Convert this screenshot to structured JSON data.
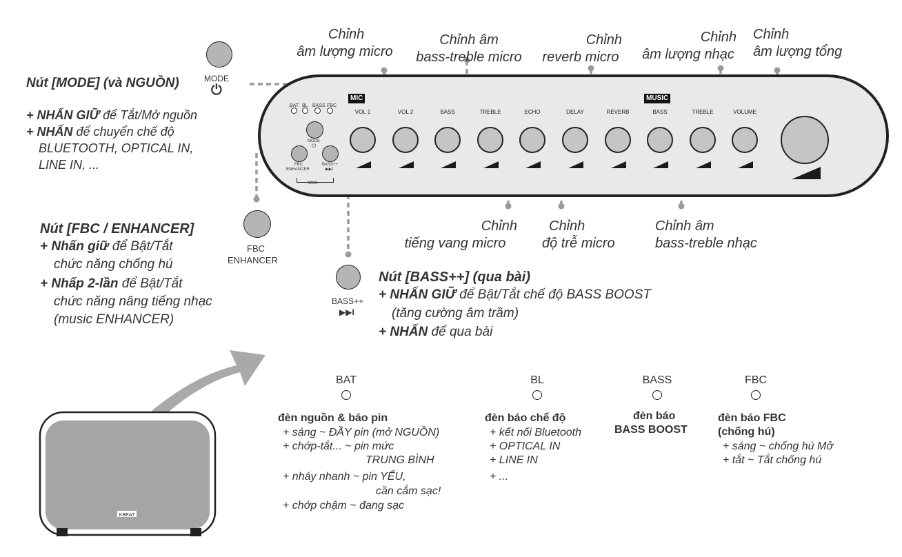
{
  "callouts_top": {
    "vol_mic": [
      "Chỉnh",
      "âm lượng micro"
    ],
    "bt_mic": [
      "Chỉnh âm",
      "bass-treble micro"
    ],
    "reverb": [
      "Chỉnh",
      "reverb micro"
    ],
    "vol_music": [
      "Chỉnh",
      "âm lượng nhạc"
    ],
    "vol_total": [
      "Chỉnh",
      "âm lượng tổng"
    ]
  },
  "callouts_bottom": {
    "echo": [
      "Chỉnh",
      "tiếng vang micro"
    ],
    "delay": [
      "Chỉnh",
      "độ trễ micro"
    ],
    "bt_music": [
      "Chỉnh âm",
      "bass-treble nhạc"
    ]
  },
  "mode": {
    "btn_label": "MODE",
    "title": "Nút [MODE] (và NGUỒN)",
    "l1_bold": "+ NHẤN GIỮ",
    "l1_rest": " để Tắt/Mở nguồn",
    "l2_bold": "+ NHẤN",
    "l2_rest": " để chuyển chế độ",
    "l3": "BLUETOOTH, OPTICAL IN,",
    "l4": "LINE IN, ..."
  },
  "fbc": {
    "btn_label_1": "FBC",
    "btn_label_2": "ENHANCER",
    "title": "Nút [FBC / ENHANCER]",
    "l1_bold": "+ Nhấn giữ",
    "l1_rest": " để Bật/Tắt",
    "l2": "chức năng chống hú",
    "l3_bold": "+ Nhấp 2-lần",
    "l3_rest": " để Bật/Tắt",
    "l4": "chức năng nâng tiếng nhạc",
    "l5": "(music ENHANCER)"
  },
  "bass": {
    "btn_label": "BASS++",
    "btn_icon": "▶▶I",
    "title": "Nút [BASS++] (qua bài)",
    "l1_bold": "+ NHẤN GIỮ",
    "l1_rest": " để Bật/Tắt chế độ BASS BOOST",
    "l2": "(tăng cường âm trầm)",
    "l3_bold": "+ NHẤN",
    "l3_rest": " để qua bài"
  },
  "panel": {
    "mic_tag": "MIC",
    "music_tag": "MUSIC",
    "led_labels": [
      "BAT",
      "BL",
      "BASS",
      "FBC"
    ],
    "knob_labels": [
      "VOL 1",
      "VOL 2",
      "BASS",
      "TREBLE",
      "ECHO",
      "DELAY",
      "REVERB",
      "BASS",
      "TREBLE",
      "VOLUME"
    ],
    "mode_small": "MODE",
    "power_icon": "⏻",
    "fbc_small_1": "FBC",
    "fbc_small_2": "ENHANCER",
    "bass_small_1": "BASS++",
    "bass_small_2": "▶▶I",
    "mws": "MWS"
  },
  "leds": {
    "bat": {
      "label": "BAT",
      "title": "đèn nguồn & báo pin",
      "lines": [
        "+ sáng ~ ĐẦY pin (mở NGUỒN)",
        "+ chớp-tắt... ~ pin mức",
        "TRUNG BÌNH",
        "+ nháy nhanh ~ pin YẾU,",
        "cần cắm sạc!",
        "+ chớp chậm ~ đang sạc"
      ]
    },
    "bl": {
      "label": "BL",
      "title": "đèn báo chế độ",
      "lines": [
        "+ kết nối Bluetooth",
        "+ OPTICAL IN",
        "+ LINE IN",
        "+ ..."
      ]
    },
    "bass": {
      "label": "BASS",
      "title_1": "đèn báo",
      "title_2": "BASS BOOST"
    },
    "fbc": {
      "label": "FBC",
      "title_1": "đèn báo FBC",
      "title_2": "(chống hú)",
      "lines": [
        "+ sáng ~ chống hú Mở",
        "+ tắt ~ Tắt chống hú"
      ]
    }
  },
  "speaker_logo": "KBEAT",
  "colors": {
    "line": "#999999",
    "knob": "#c5c5c5",
    "panel": "#e9e9e9"
  }
}
